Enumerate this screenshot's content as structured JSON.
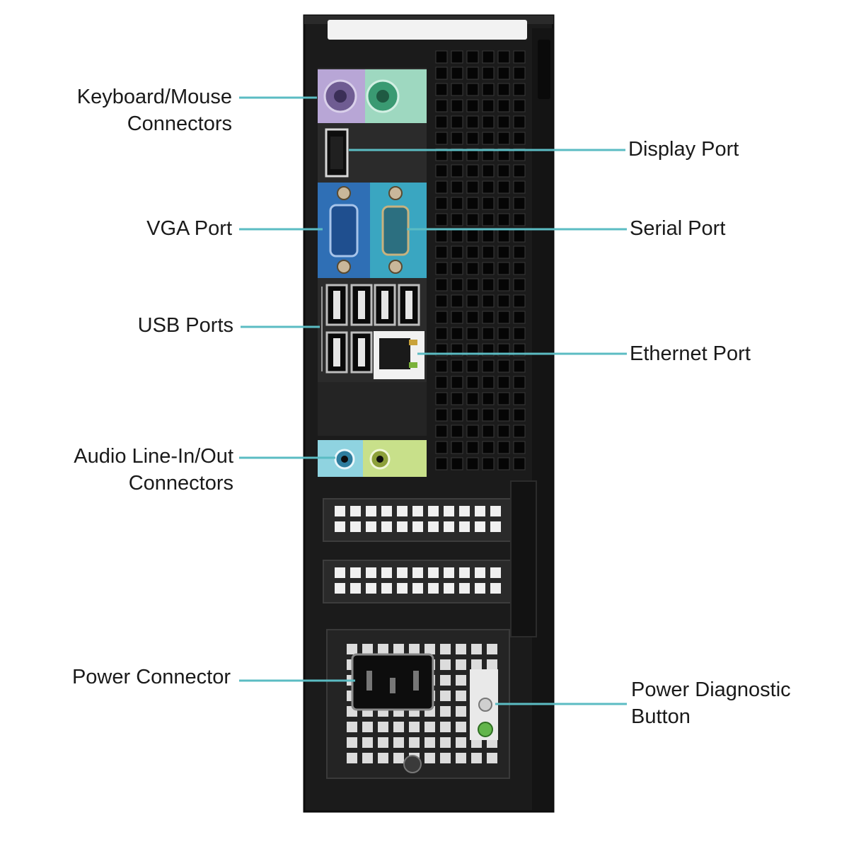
{
  "labels": {
    "keyboard_mouse": [
      "Keyboard/Mouse",
      "Connectors"
    ],
    "display_port": "Display Port",
    "vga_port": "VGA Port",
    "serial_port": "Serial Port",
    "usb_ports": "USB Ports",
    "ethernet_port": "Ethernet Port",
    "audio": [
      "Audio Line-In/Out",
      "Connectors"
    ],
    "power_connector": "Power Connector",
    "power_diagnostic": [
      "Power Diagnostic",
      "Button"
    ]
  },
  "colors": {
    "leader_line": "#5bbcc3",
    "chassis": "#1b1b1b",
    "ps2_keyboard": "#b8a6d6",
    "ps2_mouse": "#9ed8c0",
    "vga_panel": "#2f6fb5",
    "serial_panel": "#3aa6c1",
    "audio_in": "#8fd3e0",
    "audio_out": "#c8e08a"
  }
}
